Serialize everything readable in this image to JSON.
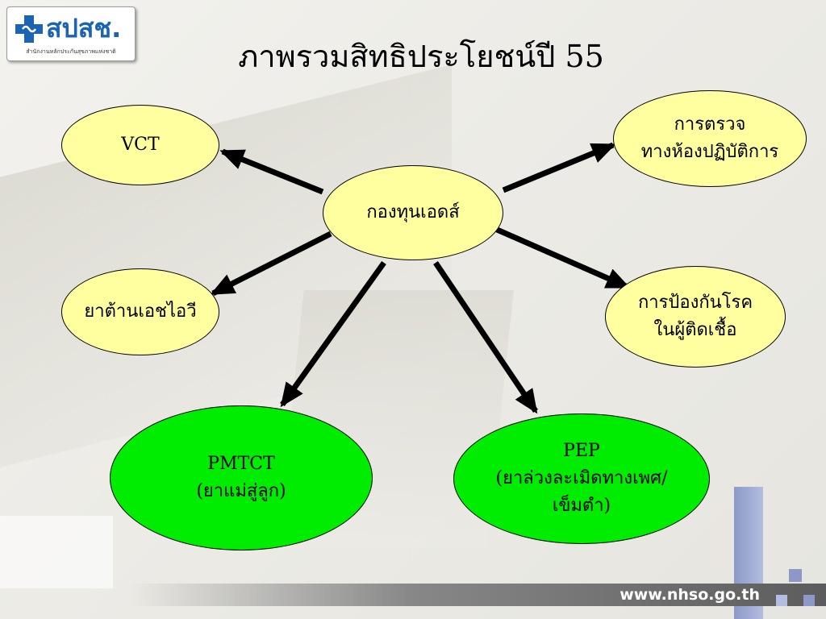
{
  "logo": {
    "text": "สปสช.",
    "subtitle": "สำนักงานหลักประกันสุขภาพแห่งชาติ",
    "icon": "nhso-cross-logo-icon",
    "color": "#1b63b3"
  },
  "title": "ภาพรวมสิทธิประโยชน์ปี 55",
  "center_node": {
    "label": "กองทุนเอดส์"
  },
  "nodes": {
    "vct": {
      "lines": [
        "VCT"
      ]
    },
    "lab": {
      "lines": [
        "การตรวจ",
        "ทางห้องปฏิบัติการ"
      ]
    },
    "arv": {
      "lines": [
        "ยาต้านเอชไอวี"
      ]
    },
    "prevention": {
      "lines": [
        "การป้องกันโรค",
        "ในผู้ติดเชื้อ"
      ]
    },
    "pmtct": {
      "lines": [
        "PMTCT",
        "(ยาแม่สู่ลูก)"
      ]
    },
    "pep": {
      "lines": [
        "PEP",
        "(ยาล่วงละเมิดทางเพศ/",
        "เข็มตำ)"
      ]
    }
  },
  "colors": {
    "node_yellow": "#ffffa0",
    "node_green": "#00ec00",
    "arrow": "#000000"
  },
  "footer": {
    "url": "www.nhso.go.th"
  }
}
